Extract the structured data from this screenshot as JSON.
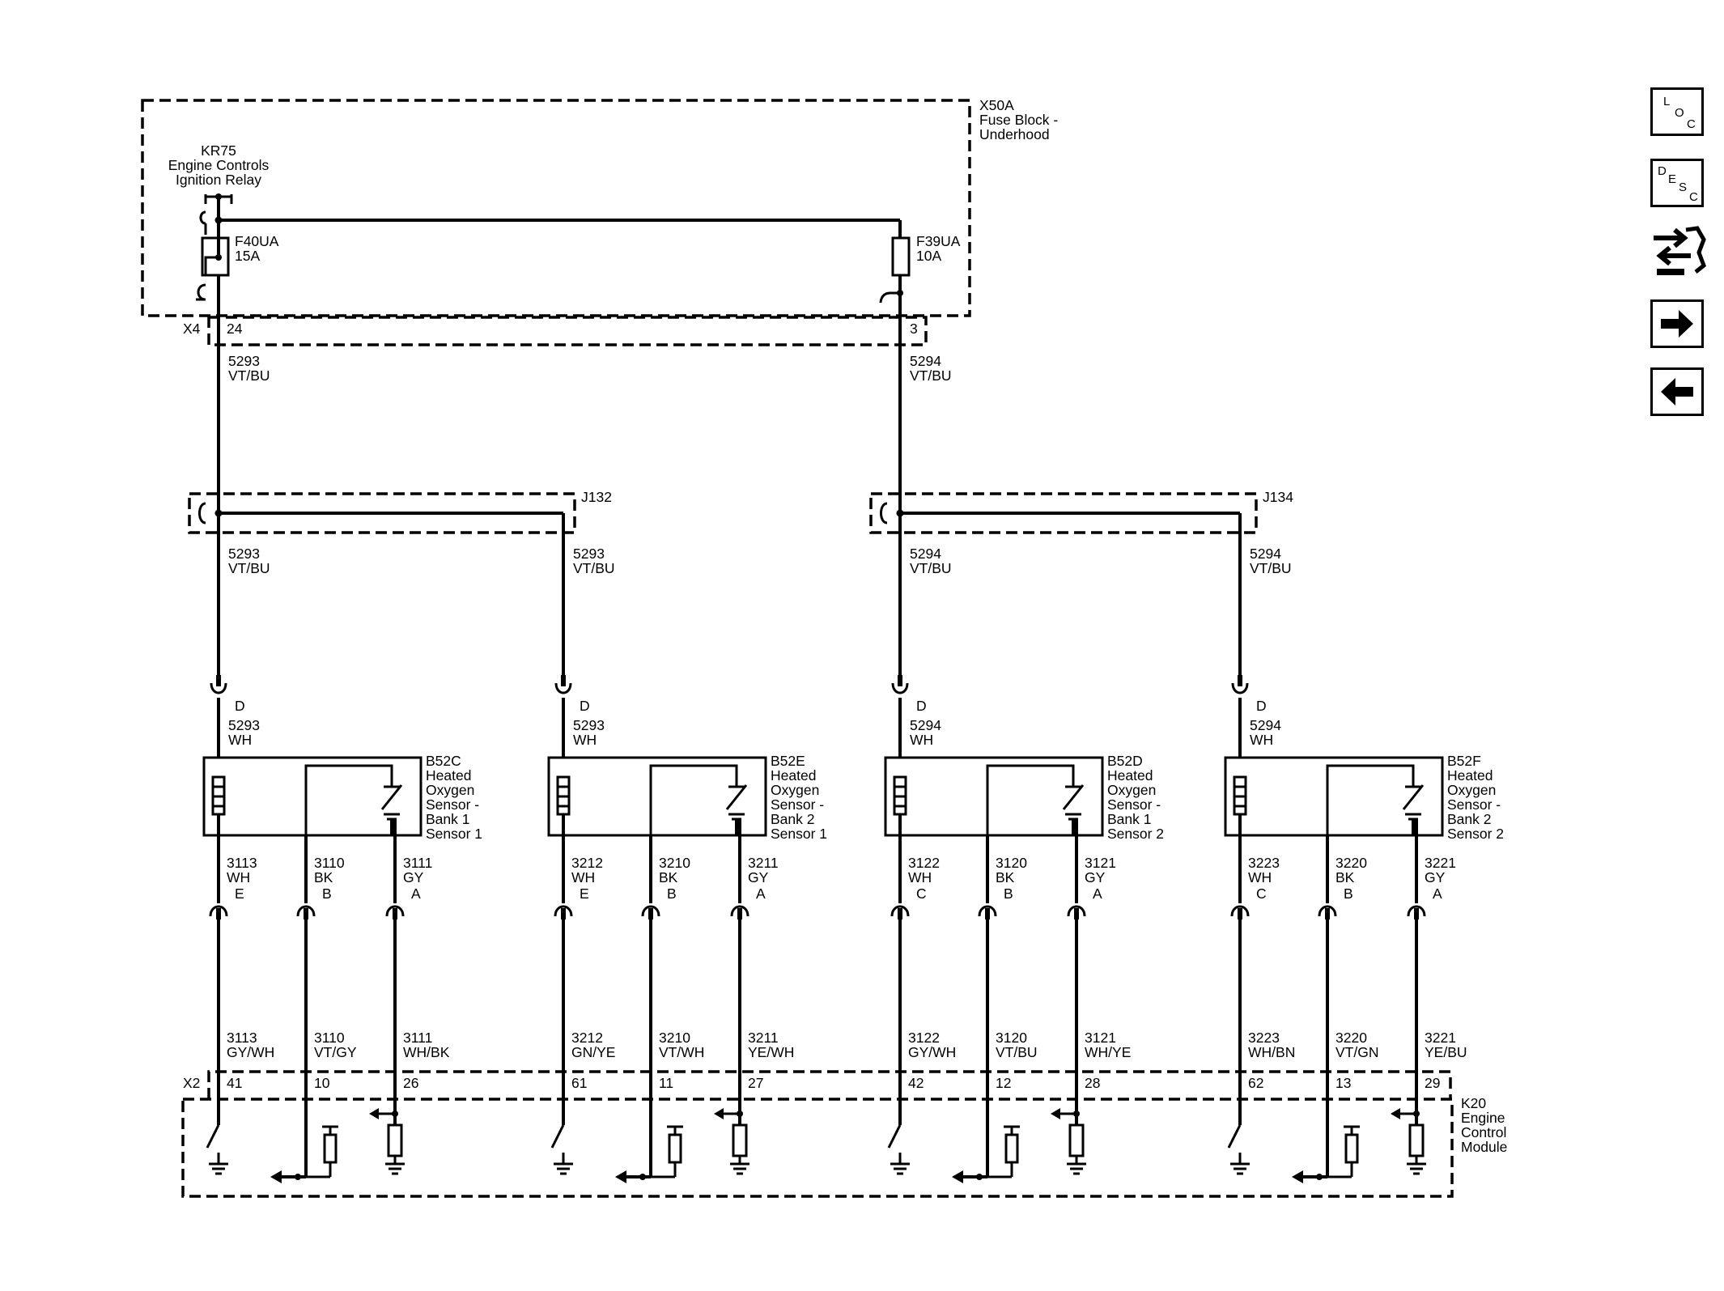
{
  "components": {
    "fuse_block": {
      "id": "X50A",
      "name_line1": "Fuse Block -",
      "name_line2": "Underhood"
    },
    "relay": {
      "id": "KR75",
      "name_line1": "Engine Controls",
      "name_line2": "Ignition Relay"
    },
    "fuse_left": {
      "id": "F40UA",
      "rating": "15A"
    },
    "fuse_right": {
      "id": "F39UA",
      "rating": "10A"
    },
    "ecm": {
      "id": "K20",
      "name_line1": "Engine",
      "name_line2": "Control",
      "name_line3": "Module"
    },
    "splice_left": "J132",
    "splice_right": "J134"
  },
  "connectors": {
    "x4": {
      "id": "X4",
      "pin_left": "24",
      "pin_right": "3"
    },
    "x2": {
      "id": "X2"
    }
  },
  "feed_wires": {
    "left": {
      "circuit": "5293",
      "color": "VT/BU"
    },
    "right": {
      "circuit": "5294",
      "color": "VT/BU"
    }
  },
  "sensors": [
    {
      "id": "B52C",
      "l1": "Heated",
      "l2": "Oxygen",
      "l3": "Sensor -",
      "l4": "Bank 1",
      "l5": "Sensor 1",
      "feed": {
        "circuit": "5293",
        "color": "VT/BU",
        "pin": "D",
        "wh_circuit": "5293",
        "wh_color": "WH"
      },
      "pins": [
        {
          "circuit": "3113",
          "color": "WH",
          "pin": "E",
          "ecm_circuit": "3113",
          "ecm_color": "GY/WH",
          "ecm_pin": "41"
        },
        {
          "circuit": "3110",
          "color": "BK",
          "pin": "B",
          "ecm_circuit": "3110",
          "ecm_color": "VT/GY",
          "ecm_pin": "10"
        },
        {
          "circuit": "3111",
          "color": "GY",
          "pin": "A",
          "ecm_circuit": "3111",
          "ecm_color": "WH/BK",
          "ecm_pin": "26"
        }
      ]
    },
    {
      "id": "B52E",
      "l1": "Heated",
      "l2": "Oxygen",
      "l3": "Sensor -",
      "l4": "Bank 2",
      "l5": "Sensor 1",
      "feed": {
        "circuit": "5293",
        "color": "VT/BU",
        "pin": "D",
        "wh_circuit": "5293",
        "wh_color": "WH"
      },
      "pins": [
        {
          "circuit": "3212",
          "color": "WH",
          "pin": "E",
          "ecm_circuit": "3212",
          "ecm_color": "GN/YE",
          "ecm_pin": "61"
        },
        {
          "circuit": "3210",
          "color": "BK",
          "pin": "B",
          "ecm_circuit": "3210",
          "ecm_color": "VT/WH",
          "ecm_pin": "11"
        },
        {
          "circuit": "3211",
          "color": "GY",
          "pin": "A",
          "ecm_circuit": "3211",
          "ecm_color": "YE/WH",
          "ecm_pin": "27"
        }
      ]
    },
    {
      "id": "B52D",
      "l1": "Heated",
      "l2": "Oxygen",
      "l3": "Sensor -",
      "l4": "Bank 1",
      "l5": "Sensor 2",
      "feed": {
        "circuit": "5294",
        "color": "VT/BU",
        "pin": "D",
        "wh_circuit": "5294",
        "wh_color": "WH"
      },
      "pins": [
        {
          "circuit": "3122",
          "color": "WH",
          "pin": "C",
          "ecm_circuit": "3122",
          "ecm_color": "GY/WH",
          "ecm_pin": "42"
        },
        {
          "circuit": "3120",
          "color": "BK",
          "pin": "B",
          "ecm_circuit": "3120",
          "ecm_color": "VT/BU",
          "ecm_pin": "12"
        },
        {
          "circuit": "3121",
          "color": "GY",
          "pin": "A",
          "ecm_circuit": "3121",
          "ecm_color": "WH/YE",
          "ecm_pin": "28"
        }
      ]
    },
    {
      "id": "B52F",
      "l1": "Heated",
      "l2": "Oxygen",
      "l3": "Sensor -",
      "l4": "Bank 2",
      "l5": "Sensor 2",
      "feed": {
        "circuit": "5294",
        "color": "VT/BU",
        "pin": "D",
        "wh_circuit": "5294",
        "wh_color": "WH"
      },
      "pins": [
        {
          "circuit": "3223",
          "color": "WH",
          "pin": "C",
          "ecm_circuit": "3223",
          "ecm_color": "WH/BN",
          "ecm_pin": "62"
        },
        {
          "circuit": "3220",
          "color": "BK",
          "pin": "B",
          "ecm_circuit": "3220",
          "ecm_color": "VT/GN",
          "ecm_pin": "13"
        },
        {
          "circuit": "3221",
          "color": "GY",
          "pin": "A",
          "ecm_circuit": "3221",
          "ecm_color": "YE/BU",
          "ecm_pin": "29"
        }
      ]
    }
  ],
  "nav": {
    "loc": {
      "c1": "L",
      "c2": "O",
      "c3": "C"
    },
    "desc": {
      "c1": "D",
      "c2": "E",
      "c3": "S",
      "c4": "C"
    },
    "tool_icon": "connector-repair-icon",
    "next_icon": "arrow-right-icon",
    "prev_icon": "arrow-left-icon"
  }
}
